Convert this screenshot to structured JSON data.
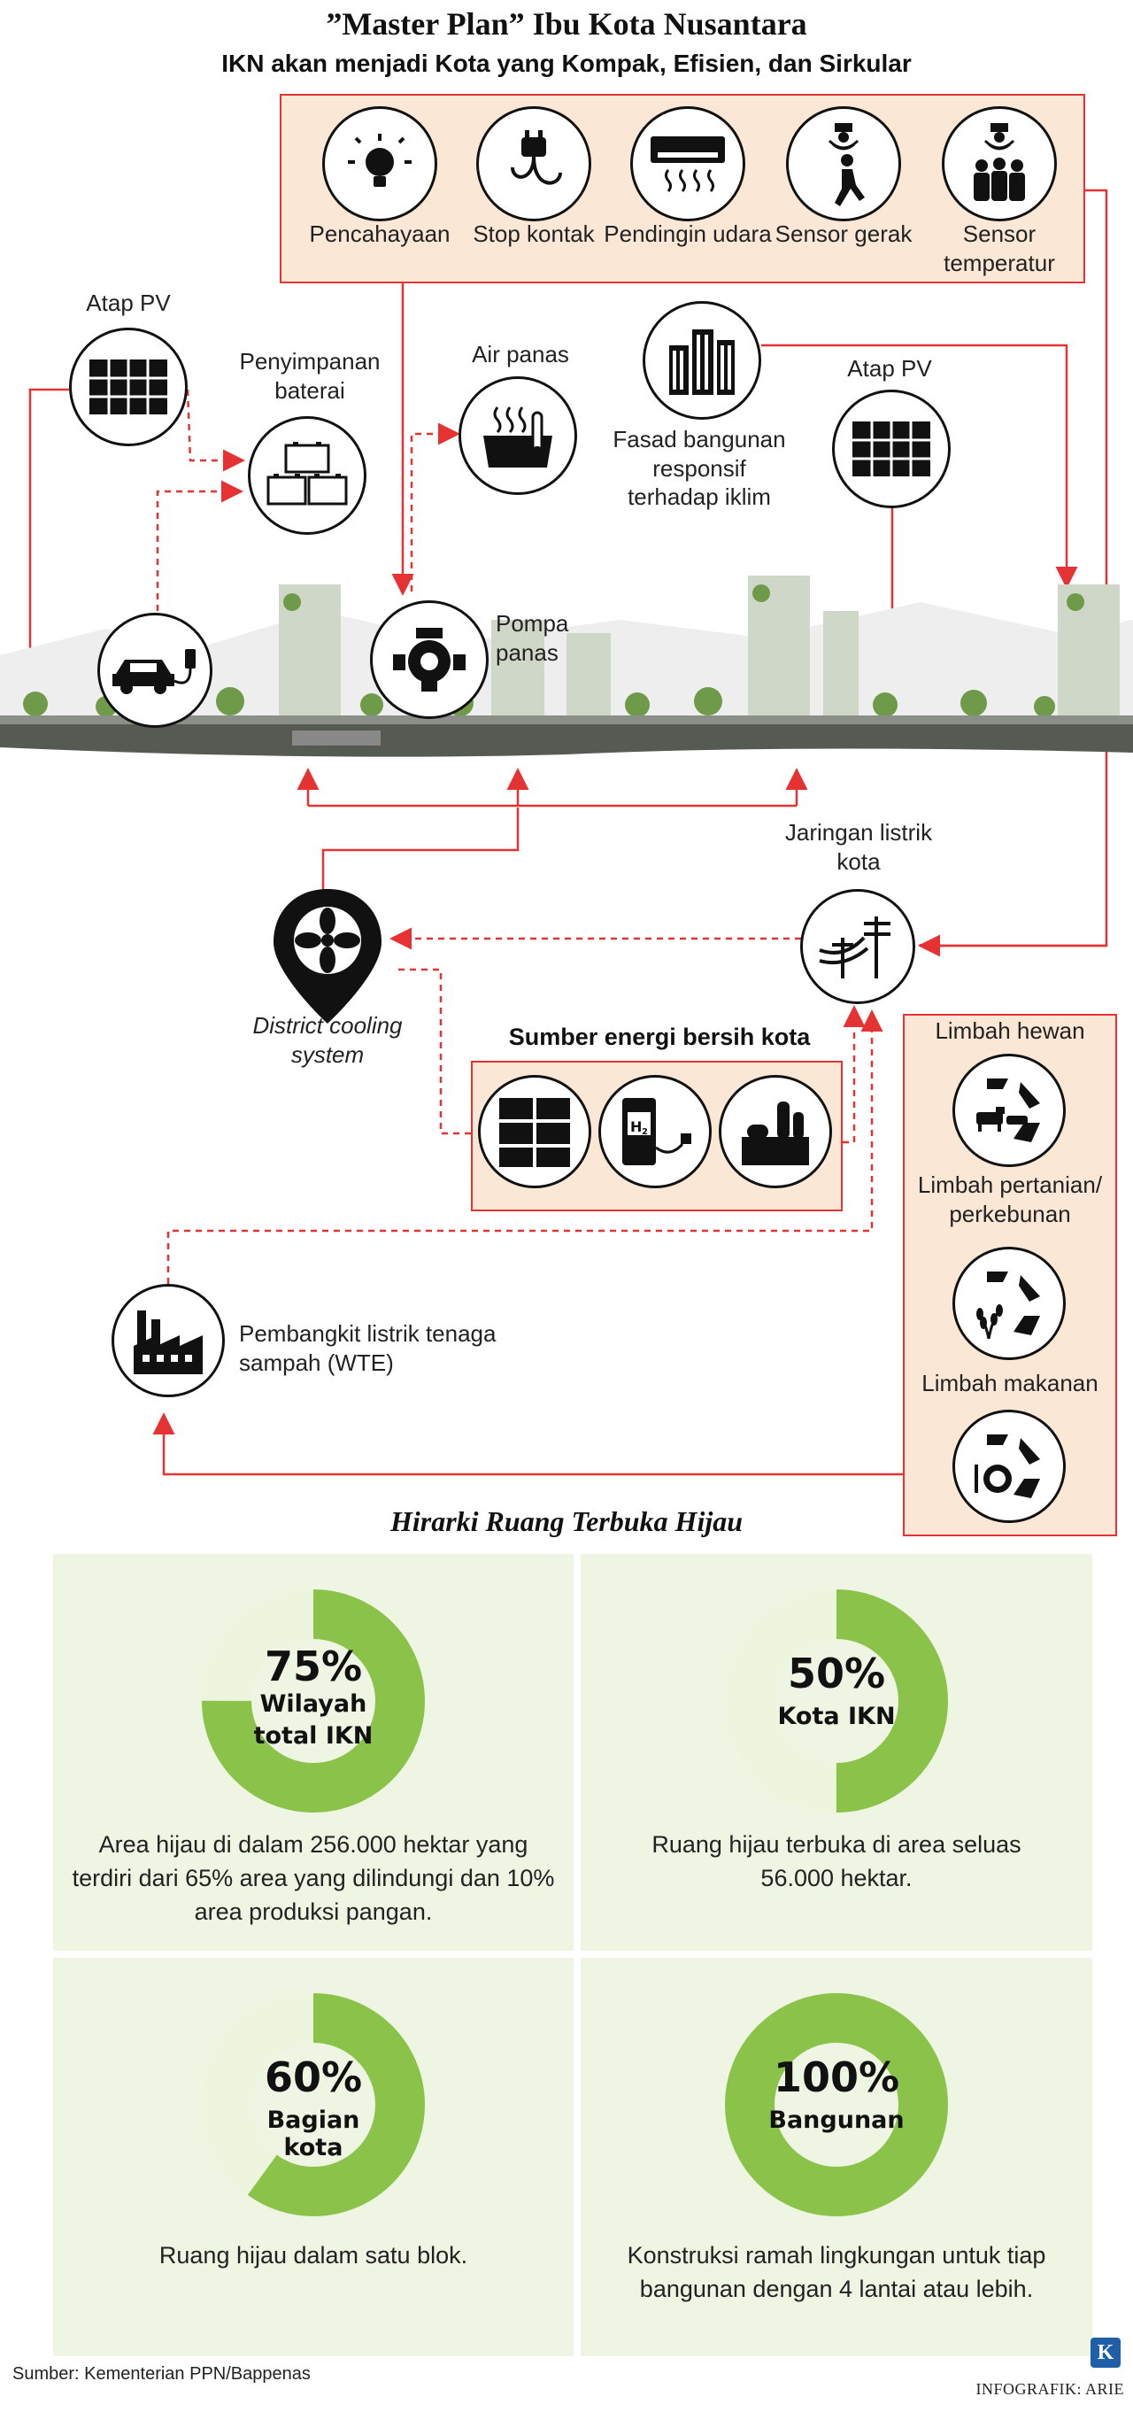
{
  "title": "”Master Plan” Ibu Kota Nusantara",
  "subtitle": "IKN akan menjadi Kota yang Kompak, Efisien, dan Sirkular",
  "smart_devices": [
    {
      "label": "Pencahayaan",
      "icon": "light-bulb-icon"
    },
    {
      "label": "Stop kontak",
      "icon": "power-plug-icon"
    },
    {
      "label": "Pendingin udara",
      "icon": "air-conditioner-icon"
    },
    {
      "label": "Sensor gerak",
      "icon": "motion-sensor-icon"
    },
    {
      "label": "Sensor temperatur",
      "icon": "temperature-sensor-icon"
    }
  ],
  "city_systems": {
    "rooftop_pv_left": "Atap PV",
    "battery": "Penyimpanan baterai",
    "hot_water": "Air panas",
    "ev_charging_icon": "electric-car-charging-icon",
    "heat_pump": "Pompa panas",
    "facade": "Fasad bangunan responsif terhadap iklim",
    "rooftop_pv_right": "Atap PV",
    "grid": "Jaringan listrik kota",
    "district_cooling": "District cooling system",
    "clean_energy_title": "Sumber energi bersih kota",
    "clean_energy_icons": [
      "solar-panel-icon",
      "hydrogen-fuel-icon",
      "refinery-icon"
    ],
    "wte": "Pembangkit listrik tenaga sampah (WTE)"
  },
  "waste": [
    {
      "label": "Limbah hewan",
      "icon": "animal-waste-recycle-icon"
    },
    {
      "label": "Limbah pertanian/ perkebunan",
      "icon": "crop-waste-recycle-icon"
    },
    {
      "label": "Limbah makanan",
      "icon": "food-waste-recycle-icon"
    }
  ],
  "green_space": {
    "heading": "Hirarki Ruang Terbuka Hijau",
    "cards": [
      {
        "percent": 75,
        "pct_text": "75%",
        "name": "Wilayah total IKN",
        "desc": "Area hijau di dalam 256.000 hektar yang terdiri dari 65% area yang dilindungi dan 10% area produksi pangan."
      },
      {
        "percent": 50,
        "pct_text": "50%",
        "name": "Kota IKN",
        "desc": "Ruang hijau terbuka di area seluas 56.000 hektar."
      },
      {
        "percent": 60,
        "pct_text": "60%",
        "name": "Bagian kota",
        "desc": "Ruang hijau dalam satu blok."
      },
      {
        "percent": 100,
        "pct_text": "100%",
        "name": "Bangunan",
        "desc": "Konstruksi ramah lingkungan untuk tiap bangunan dengan 4 lantai atau lebih."
      }
    ]
  },
  "colors": {
    "accent_red": "#e53333",
    "box_fill": "#fbe7d6",
    "panel_green": "#eef5e2",
    "ring_green": "#8bc34a",
    "ring_light": "#edf5de"
  },
  "footer": {
    "source": "Sumber: Kementerian PPN/Bappenas",
    "credit": "INFOGRAFIK: ARIE",
    "logo": "K"
  }
}
